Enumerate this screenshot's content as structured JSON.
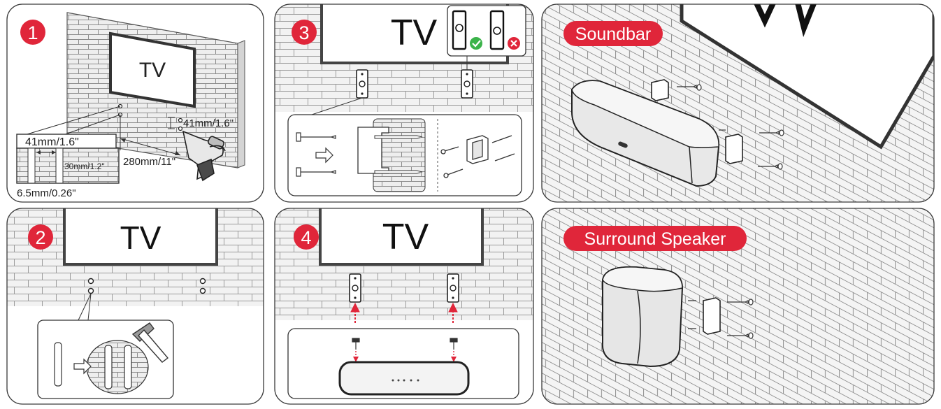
{
  "colors": {
    "accent": "#e0263a",
    "check": "#3bb34a",
    "line": "#2b2b2b",
    "brick_fill": "#f1f1f1",
    "wall_gray": "#dedede",
    "panel_border": "#3a3a3a"
  },
  "panels": {
    "step1": {
      "badge": "1",
      "tv_label": "TV",
      "dim_spacing": "41mm/1.6\"",
      "dim_vertical": "30mm/1.2\"",
      "dim_drill": "6.5mm/0.26\"",
      "dim_width": "280mm/11\"",
      "dim_depth": "41mm/1.6\""
    },
    "step2": {
      "badge": "2",
      "tv_label": "TV"
    },
    "step3": {
      "badge": "3",
      "tv_label": "TV"
    },
    "step4": {
      "badge": "4",
      "tv_label": "TV"
    },
    "soundbar": {
      "tag": "Soundbar"
    },
    "surround": {
      "tag": "Surround Speaker"
    }
  }
}
